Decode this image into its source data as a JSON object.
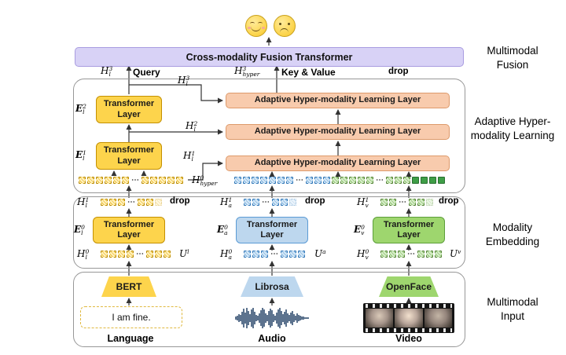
{
  "diagram": {
    "fusion_bar": "Cross-modality Fusion Transformer",
    "side_labels": {
      "fusion": "Multimodal Fusion",
      "ahl": "Adaptive Hyper-modality Learning",
      "embedding": "Modality Embedding",
      "input": "Multimodal Input"
    },
    "labels": {
      "query": "Query",
      "key_value": "Key & Value",
      "drop": "drop",
      "transformer_layer": "Transformer Layer",
      "ahl_layer": "Adaptive Hyper-modality Learning Layer"
    },
    "input": {
      "bert": "BERT",
      "librosa": "Librosa",
      "openface": "OpenFace",
      "text_sample": "I am fine.",
      "language": "Language",
      "audio": "Audio",
      "video": "Video"
    },
    "math": {
      "Hl3": {
        "b": "H",
        "sup": "3",
        "sub": "l"
      },
      "Hl2": {
        "b": "H",
        "sup": "2",
        "sub": "l"
      },
      "Hl1": {
        "b": "H",
        "sup": "1",
        "sub": "l"
      },
      "Hl0": {
        "b": "H",
        "sup": "0",
        "sub": "l"
      },
      "Ha1": {
        "b": "H",
        "sup": "1",
        "sub": "a"
      },
      "Ha0": {
        "b": "H",
        "sup": "0",
        "sub": "a"
      },
      "Hv1": {
        "b": "H",
        "sup": "1",
        "sub": "v"
      },
      "Hv0": {
        "b": "H",
        "sup": "0",
        "sub": "v"
      },
      "Hhyper3": {
        "b": "H",
        "sup": "3",
        "sub": "hyper"
      },
      "Hhyper0": {
        "b": "H",
        "sup": "0",
        "sub": "hyper"
      },
      "El2": {
        "b": "E",
        "sup": "2",
        "sub": "l"
      },
      "El1": {
        "b": "E",
        "sup": "1",
        "sub": "l"
      },
      "El0": {
        "b": "E",
        "sup": "0",
        "sub": "l"
      },
      "Ea0": {
        "b": "E",
        "sup": "0",
        "sub": "a"
      },
      "Ev0": {
        "b": "E",
        "sup": "0",
        "sub": "v"
      },
      "Ul": {
        "b": "U",
        "sup": "",
        "sub": "l"
      },
      "Ua": {
        "b": "U",
        "sup": "",
        "sub": "a"
      },
      "Uv": {
        "b": "U",
        "sup": "",
        "sub": "v"
      }
    },
    "icons": {
      "happy_face": "positive sentiment emoji",
      "sad_face": "negative sentiment emoji",
      "audio_waveform": "speech waveform",
      "video_frames": "film strip with face frames"
    },
    "colors": {
      "fusion_bar": "#d8d2f6",
      "language": "#fdd44c",
      "audio": "#bdd7ee",
      "video": "#9ed66e",
      "ahl_layer": "#f8cbad"
    }
  }
}
